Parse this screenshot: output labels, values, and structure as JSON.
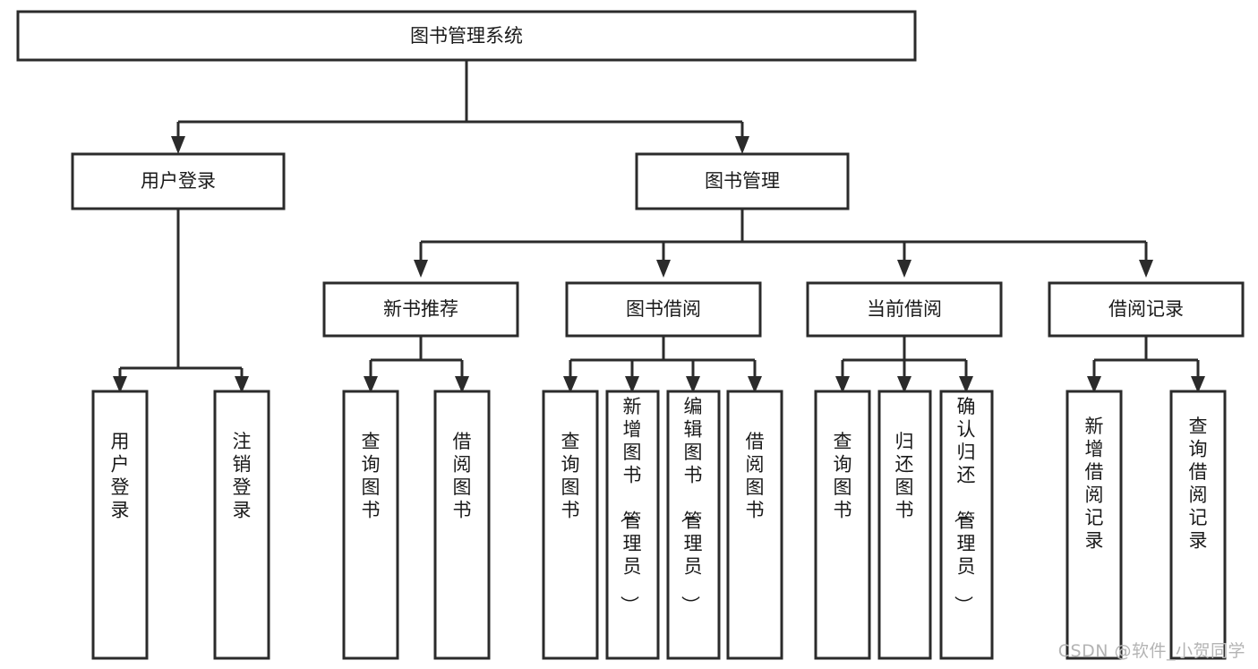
{
  "diagram": {
    "title": "图书管理系统",
    "type": "tree-hierarchy",
    "watermark": "CSDN @软件_小贺同学",
    "root": {
      "id": "root",
      "label": "图书管理系统"
    },
    "level2": [
      {
        "id": "user-login",
        "label": "用户登录"
      },
      {
        "id": "book-management",
        "label": "图书管理"
      }
    ],
    "level3": [
      {
        "id": "new-book-recommend",
        "label": "新书推荐",
        "parent": "book-management"
      },
      {
        "id": "book-borrow",
        "label": "图书借阅",
        "parent": "book-management"
      },
      {
        "id": "current-borrow",
        "label": "当前借阅",
        "parent": "book-management"
      },
      {
        "id": "borrow-record",
        "label": "借阅记录",
        "parent": "book-management"
      }
    ],
    "leaves": [
      {
        "id": "leaf-user-login",
        "label": "用户登录",
        "parent": "user-login"
      },
      {
        "id": "leaf-logout",
        "label": "注销登录",
        "parent": "user-login"
      },
      {
        "id": "leaf-query-book-1",
        "label": "查询图书",
        "parent": "new-book-recommend"
      },
      {
        "id": "leaf-borrow-book-1",
        "label": "借阅图书",
        "parent": "new-book-recommend"
      },
      {
        "id": "leaf-query-book-2",
        "label": "查询图书",
        "parent": "book-borrow"
      },
      {
        "id": "leaf-add-book",
        "label": "新增图书（管理员）",
        "parent": "book-borrow"
      },
      {
        "id": "leaf-edit-book",
        "label": "编辑图书（管理员）",
        "parent": "book-borrow"
      },
      {
        "id": "leaf-borrow-book-2",
        "label": "借阅图书",
        "parent": "book-borrow"
      },
      {
        "id": "leaf-query-book-3",
        "label": "查询图书",
        "parent": "current-borrow"
      },
      {
        "id": "leaf-return-book",
        "label": "归还图书",
        "parent": "current-borrow"
      },
      {
        "id": "leaf-confirm-return",
        "label": "确认归还（管理员）",
        "parent": "current-borrow"
      },
      {
        "id": "leaf-add-record",
        "label": "新增借阅记录",
        "parent": "borrow-record"
      },
      {
        "id": "leaf-query-record",
        "label": "查询借阅记录",
        "parent": "borrow-record"
      }
    ],
    "colors": {
      "stroke": "#2b2b2b",
      "fill": "#ffffff",
      "text": "#1a1a1a",
      "watermark": "#b4b4b4"
    }
  }
}
